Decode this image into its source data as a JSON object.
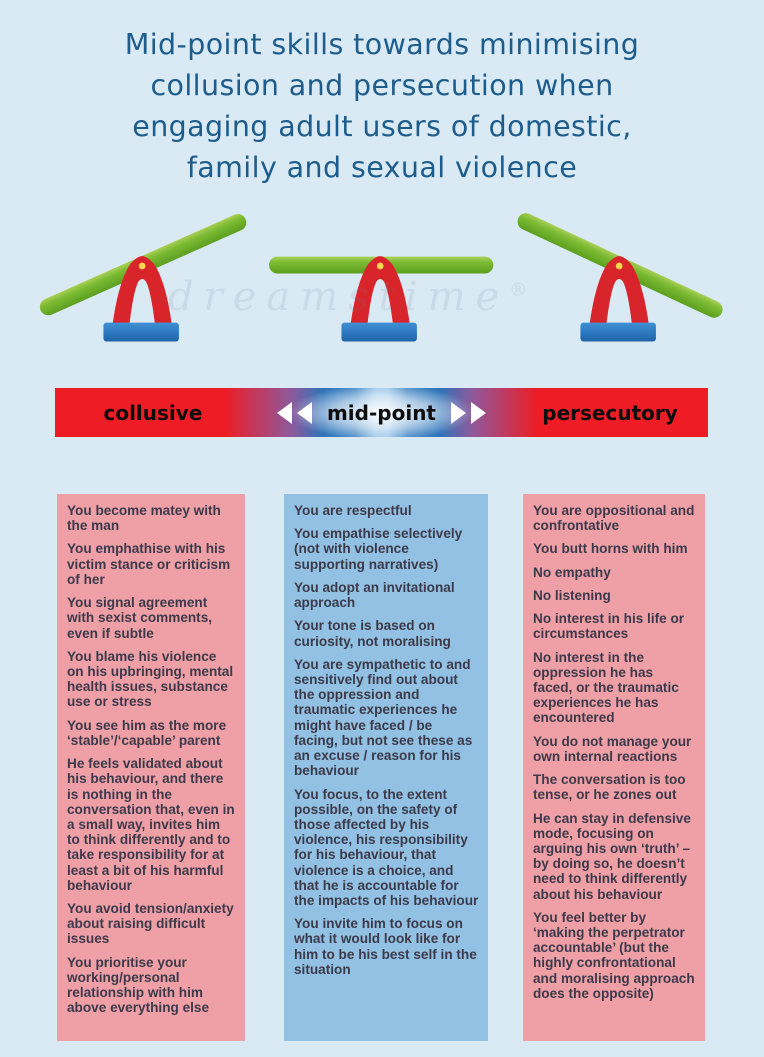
{
  "header": {
    "title_lines": [
      "Mid-point skills towards minimising",
      "collusion and persecution when",
      "engaging adult users of domestic,",
      "family and sexual violence"
    ]
  },
  "watermark": {
    "text": "dreamstime",
    "reg": "®"
  },
  "scale_bar": {
    "left_label": "collusive",
    "center_label": "mid-point",
    "right_label": "persecutory"
  },
  "colors": {
    "background": "#d9eaf5",
    "title_blue": "#1e5c8b",
    "pink_panel": "#efa0a7",
    "blue_panel": "#92c1e3",
    "bar_red": "#ee1c25",
    "bar_blue": "#2f74b8",
    "body_text": "#3c3a4a",
    "seesaw_plank_green": "#7cbb33",
    "seesaw_fulcrum_red": "#d8252c",
    "seesaw_base_blue": "#2e7cc4",
    "seesaw_pivot_yellow": "#f9d64e"
  },
  "seesaws": [
    {
      "name": "tilted-left"
    },
    {
      "name": "balanced"
    },
    {
      "name": "tilted-right"
    }
  ],
  "columns": {
    "collusive": {
      "items": [
        "You become matey with the man",
        "You emphathise with his victim stance or criticism of her",
        "You signal agreement with sexist comments, even if subtle",
        "You blame his violence on his upbringing, mental health issues, substance use or stress",
        "You see him as the more ‘stable’/‘capable’ parent",
        "He feels validated about his behaviour, and there is nothing in the conversation that, even in a small way, invites him to think differently and to take responsibility for at least a bit of his harmful behaviour",
        "You avoid tension/anxiety about raising difficult issues",
        "You prioritise your working/personal relationship with him above everything else"
      ]
    },
    "midpoint": {
      "items": [
        "You are respectful",
        "You empathise selectively (not with violence supporting narratives)",
        "You adopt an invitational approach",
        "Your tone is based on curiosity, not moralising",
        "You are sympathetic to and sensitively find out about the oppression and traumatic experiences he might have faced / be facing, but not see these as an excuse / reason for his behaviour",
        "You focus, to the extent possible, on the safety of those affected by his violence, his responsibility for his behaviour, that violence is a choice, and that he is accountable for the impacts of his behaviour",
        "You invite him to focus on what it would look like for him to be his best self in the situation"
      ]
    },
    "persecutory": {
      "items": [
        "You are oppositional and confrontative",
        "You butt horns with him",
        "No empathy",
        "No listening",
        "No interest in his life or circumstances",
        "No interest in the oppression he has faced, or the traumatic experiences he has encountered",
        "You do not manage your own internal reactions",
        "The conversation is too tense, or he zones out",
        "He can stay in defensive mode, focusing on arguing his own ‘truth’ – by doing so, he doesn’t need to think differently about his behaviour",
        "You feel better by ‘making the perpetrator accountable’ (but the highly confrontational and moralising approach does the opposite)"
      ]
    }
  }
}
